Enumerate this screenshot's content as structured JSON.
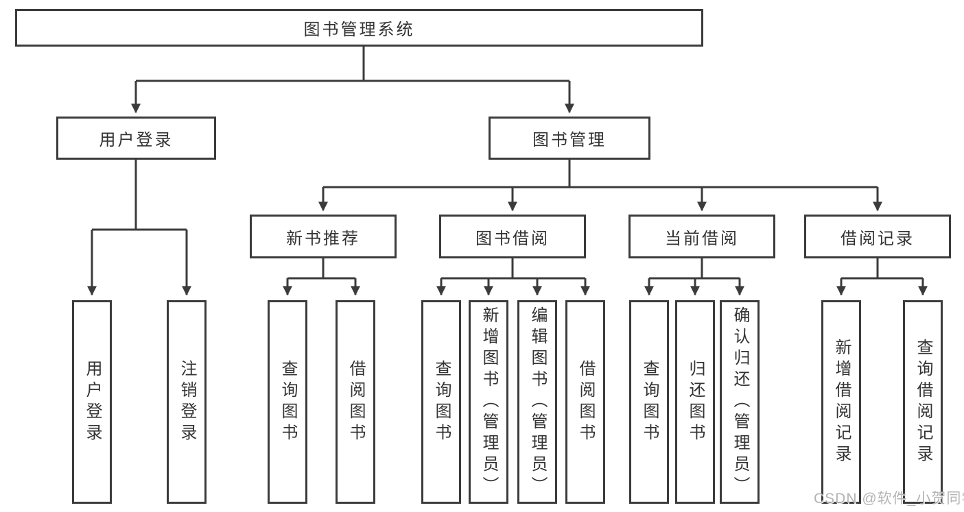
{
  "colors": {
    "bg": "#ffffff",
    "line": "#3b3b3b",
    "box_border": "#3b3b3b",
    "box_fill": "#ffffff",
    "text": "#333333",
    "watermark": "#b3b3b3"
  },
  "watermark": {
    "text": "CSDN @软件_小贺同学"
  },
  "tree": {
    "root": {
      "label": "图书管理系统"
    },
    "branches": [
      {
        "label": "用户登录",
        "children": [
          {
            "label": "用户登录"
          },
          {
            "label": "注销登录"
          }
        ]
      },
      {
        "label": "图书管理",
        "groups": [
          {
            "label": "新书推荐",
            "children": [
              {
                "label": "查询图书"
              },
              {
                "label": "借阅图书"
              }
            ]
          },
          {
            "label": "图书借阅",
            "children": [
              {
                "label": "查询图书"
              },
              {
                "label": "新增图书（管理员）"
              },
              {
                "label": "编辑图书（管理员）"
              },
              {
                "label": "借阅图书"
              }
            ]
          },
          {
            "label": "当前借阅",
            "children": [
              {
                "label": "查询图书"
              },
              {
                "label": "归还图书"
              },
              {
                "label": "确认归还（管理员）"
              }
            ]
          },
          {
            "label": "借阅记录",
            "children": [
              {
                "label": "新增借阅记录"
              },
              {
                "label": "查询借阅记录"
              }
            ]
          }
        ]
      }
    ]
  }
}
